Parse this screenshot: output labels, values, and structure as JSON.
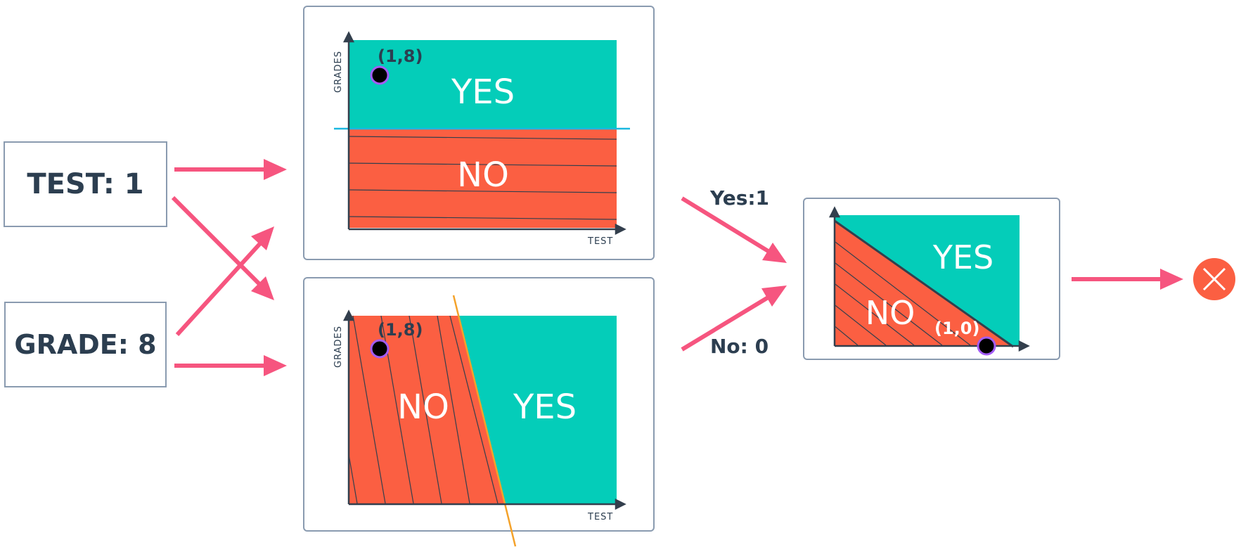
{
  "inputs": {
    "test_label": "TEST: 1",
    "grade_label": "GRADE: 8"
  },
  "top_plot": {
    "x_axis_label": "TEST",
    "y_axis_label": "GRADES",
    "point_label": "(1,8)",
    "region_yes": "YES",
    "region_no": "NO"
  },
  "bottom_plot": {
    "x_axis_label": "TEST",
    "y_axis_label": "GRADES",
    "point_label": "(1,8)",
    "region_yes": "YES",
    "region_no": "NO"
  },
  "edges": {
    "yes_label": "Yes:1",
    "no_label": "No: 0"
  },
  "result_plot": {
    "point_label": "(1,0)",
    "region_yes": "YES",
    "region_no": "NO"
  },
  "output": {
    "icon": "close-icon"
  },
  "colors": {
    "yes_region": "#04cdb9",
    "no_region": "#fb5f42",
    "arrow": "#f6557f",
    "boundary_top": "#1ab8e0",
    "boundary_bottom": "#f4a22a",
    "point_ring": "#a35cf5",
    "output_circle": "#fb5f42"
  }
}
